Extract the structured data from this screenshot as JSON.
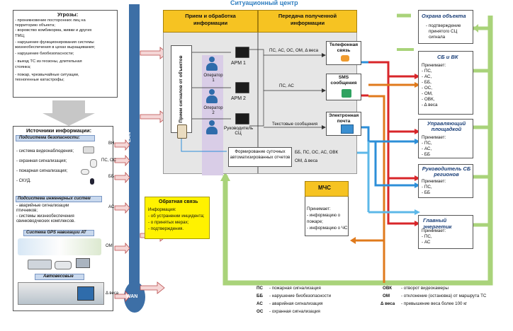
{
  "title": "Ситуационный центр",
  "threats": {
    "title": "Угрозы:",
    "items": [
      "- проникновение посторонних лиц на",
      "территорию объекта;",
      "- воровство комбикорма, живки и других",
      "ТМЦ;",
      "- нарушение функционирования системы",
      "жизнеобеспечения в цехах выращивания;",
      "- нарушение биобезопасности;",
      "- выезд ТС из геозоны, длительная",
      "стоянка;",
      "- пожар, чрезвычайные ситуации,",
      "техногенные катастрофы;"
    ]
  },
  "sources": {
    "title": "Источники информации:",
    "security": {
      "title": "Подсистема безопасности:",
      "items": [
        "- система видеонаблюдения;",
        "- охранная сигнализация;",
        "- пожарная сигнализация;",
        "- СКУД."
      ],
      "tags": [
        "ВН",
        "ПС, ОС",
        "ББ"
      ]
    },
    "engineering": {
      "title": "Подсистема инженерных систем",
      "items": [
        "- аварийные сигнализации",
        "птичников;",
        "- системы жизнеобеспечения",
        "свинководческих комплексов."
      ],
      "tag": "АС"
    },
    "gps": {
      "title": "Система GPS навигации АТ",
      "tag": "ОМ"
    },
    "scales": {
      "title": "Автовесовые",
      "tag": "Δ веса"
    }
  },
  "lan": "LAN",
  "wan": "WAN",
  "reception": {
    "title": "Прием и обработка информации",
    "vertical_label": "Прием сигналов от объектов",
    "arms": [
      "АРМ 1",
      "АРМ 2",
      "Руководитель СЦ"
    ],
    "operators": [
      "Оператор 1",
      "Оператор 2"
    ]
  },
  "transfer": {
    "title": "Передача полученной информации",
    "lines": [
      "ПС, АС, ОС, ОМ, Δ веса",
      "ПС, АС",
      "Текстовые сообщения"
    ],
    "channels": [
      "Телефонная связь",
      "SMS сообщения",
      "Электронная почта"
    ]
  },
  "reports": {
    "text": "Формирование суточных автоматизированных отчетов",
    "lines": [
      "ББ, ПС, ОС, АС, ОВК",
      "ОМ, Δ веса"
    ]
  },
  "feedback": {
    "title": "Обратная связь",
    "items": [
      "Информация:",
      "- об устранении инцидента;",
      "- о принятых мерах;",
      "- подтверждения."
    ]
  },
  "mchs": {
    "title": "МЧС",
    "lines": [
      "Принимает:",
      "- информацию о",
      "пожаре;",
      "- информацию о ЧС"
    ]
  },
  "recipients": [
    {
      "title": "Охрана объекта",
      "lines": [
        "- подтверждение",
        "принятого СЦ",
        "сигнала"
      ]
    },
    {
      "title": "СБ и ВК",
      "lines": [
        "Принимает:",
        "- ПС,",
        "- АС,",
        "- ББ,",
        "- ОС,",
        "- ОМ,",
        "- ОВК,",
        "- Δ веса"
      ]
    },
    {
      "title": "Управляющий площадкой",
      "lines": [
        "Принимает:",
        "- ПС,",
        "- АС,",
        "- ББ"
      ]
    },
    {
      "title": "Руководитель СБ регионов",
      "lines": [
        "Принимает:",
        "- ПС,",
        "- ББ"
      ]
    },
    {
      "title": "Главный энергетик",
      "lines": [
        "Принимает:",
        "- ПС,",
        "- АС"
      ]
    }
  ],
  "legend": [
    {
      "code": "ПС",
      "text": "- пожарная сигнализация"
    },
    {
      "code": "ББ",
      "text": "- нарушение биобезопасности"
    },
    {
      "code": "АС",
      "text": "- аварийная сигнализация"
    },
    {
      "code": "ОС",
      "text": "- охранная сигнализация"
    },
    {
      "code": "ОВК",
      "text": "- отворот видеокамеры"
    },
    {
      "code": "ОМ",
      "text": "- отклонение (остановка) от маршрута ТС"
    },
    {
      "code": "Δ веса",
      "text": "- превышение веса более 100 кг"
    }
  ],
  "colors": {
    "title": "#2f7ec0",
    "blue_line": "#2d8fd8",
    "red_line": "#d8262a",
    "orange_line": "#e07a1c",
    "green_line": "#a9d37a",
    "cyan_line": "#5db8e8",
    "yellow": "#ffe800",
    "header_yellow": "#f6c322",
    "lan_bar": "#3d6fa6"
  }
}
